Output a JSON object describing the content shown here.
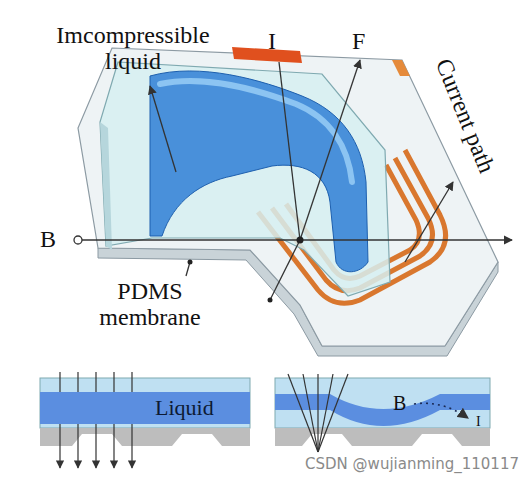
{
  "diagram": {
    "nodes": [
      {
        "text": [
          "Liquid"
        ]
      }
    ],
    "edges": [],
    "labels": [
      "Imcompressible liquid",
      "I",
      "F",
      "Current path",
      "B",
      "PDMS membrane",
      "B",
      "I",
      "CSDN @wujianming_110117"
    ]
  }
}
